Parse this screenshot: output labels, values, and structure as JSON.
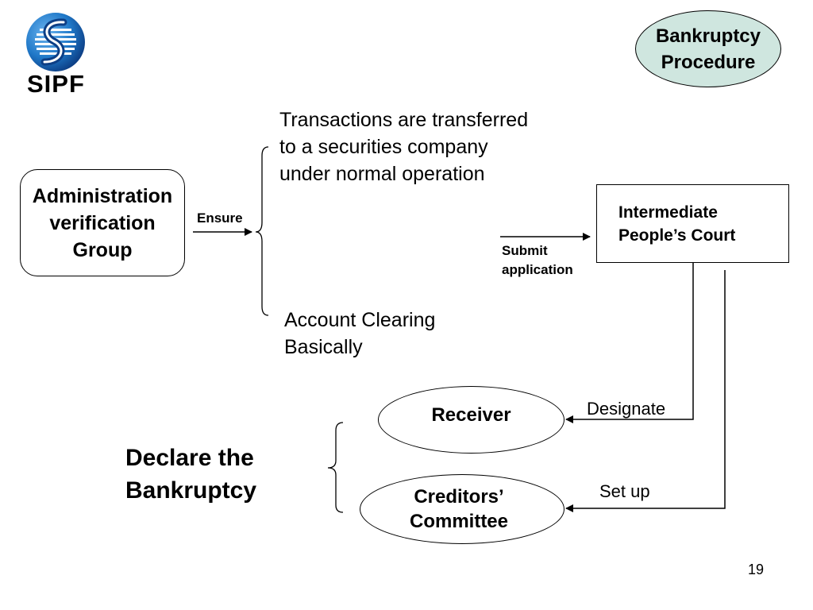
{
  "logo": {
    "text": "SIPF"
  },
  "title": {
    "line1": "Bankruptcy",
    "line2": "Procedure"
  },
  "admin_group": {
    "line1": "Administration",
    "line2": "verification",
    "line3": "Group"
  },
  "ensure_label": "Ensure",
  "transactions_text": {
    "line1": "Transactions are transferred",
    "line2": "to a securities company",
    "line3": "under normal operation"
  },
  "account_text": {
    "line1": "Account Clearing",
    "line2": "Basically"
  },
  "submit_label": {
    "line1": "Submit",
    "line2": "application"
  },
  "court": {
    "line1": "Intermediate",
    "line2": "People’s Court"
  },
  "designate_label": "Designate",
  "setup_label": "Set up",
  "receiver": {
    "label": "Receiver"
  },
  "creditors": {
    "line1": "Creditors’",
    "line2": "Committee"
  },
  "declare": {
    "line1": "Declare the",
    "line2": "Bankruptcy"
  },
  "page_number": "19",
  "colors": {
    "title_fill": "#cfe6df",
    "logo_blue": "#1f78c8",
    "logo_dark": "#0d3f86"
  }
}
